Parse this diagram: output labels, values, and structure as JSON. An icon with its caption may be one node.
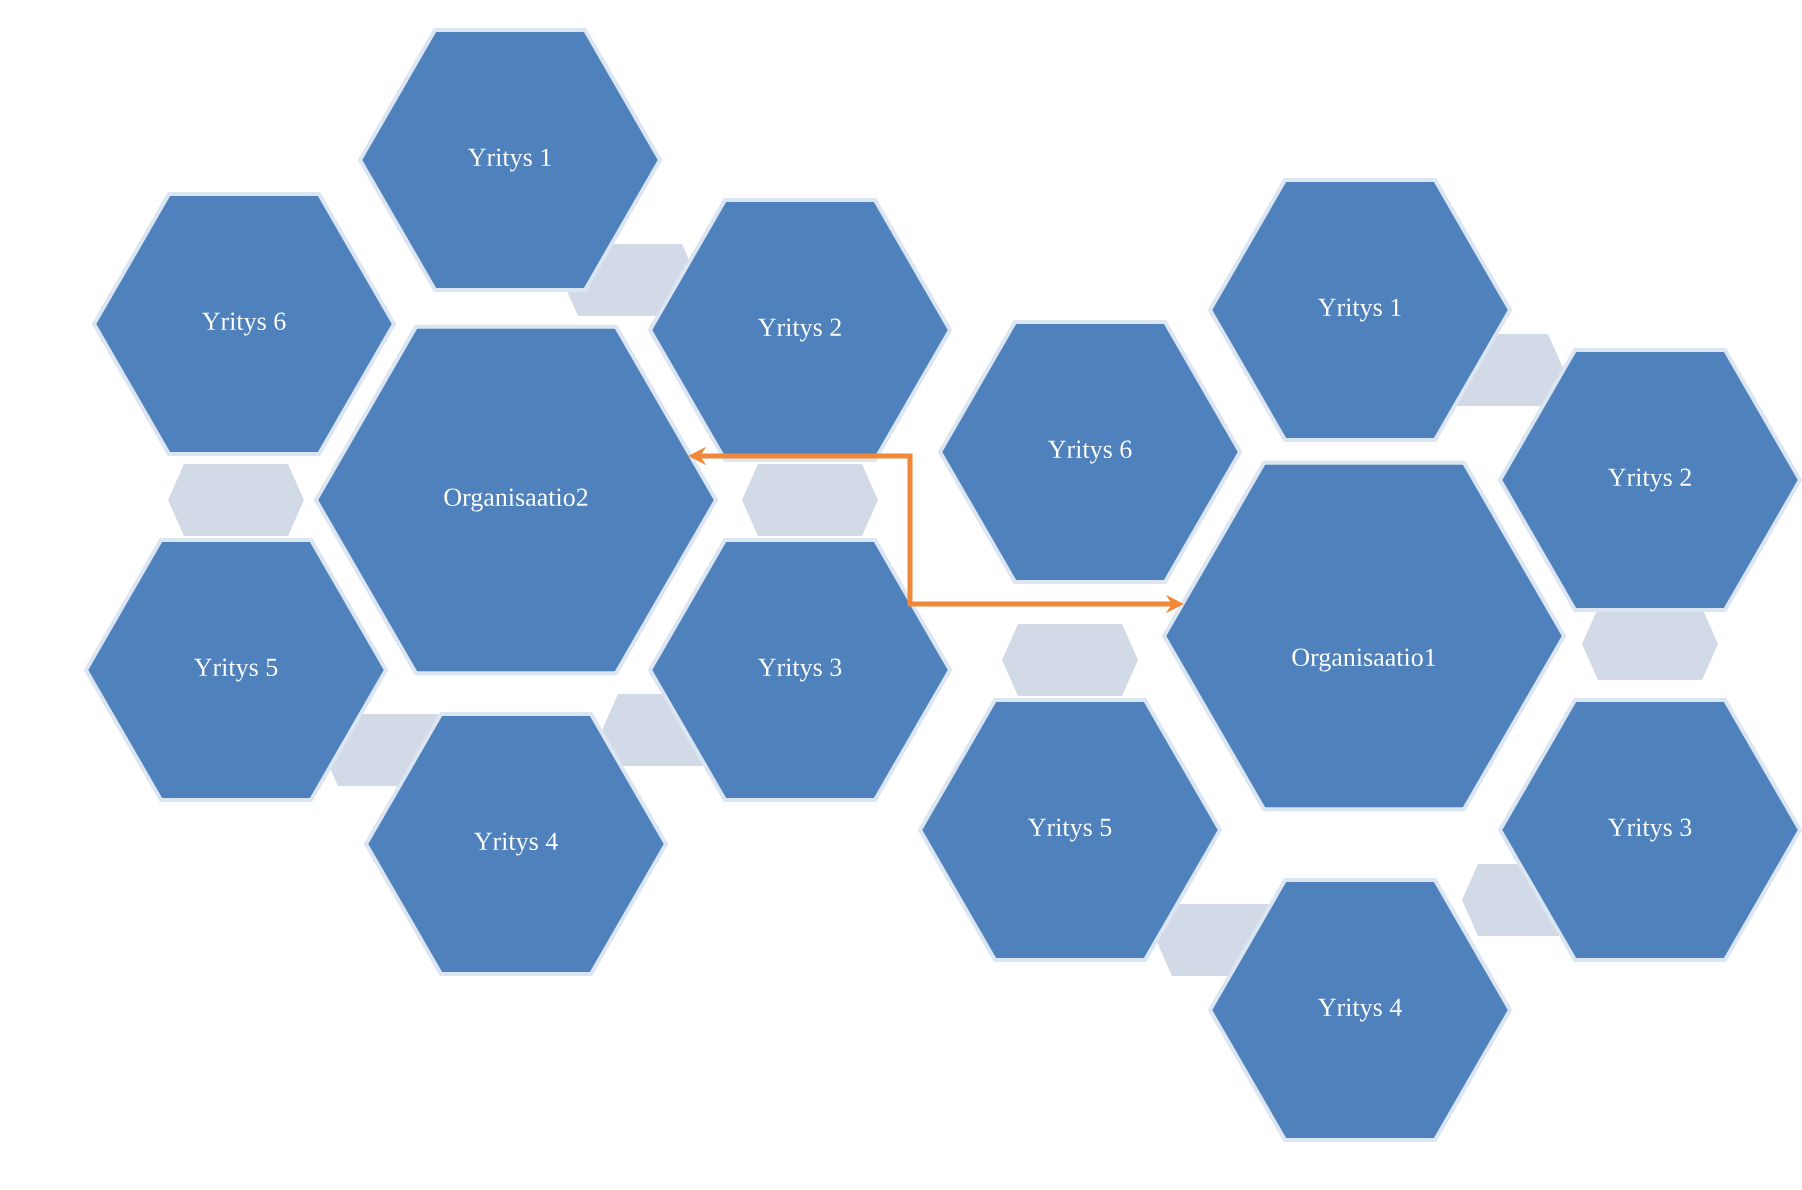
{
  "diagram": {
    "nodes": [
      {
        "text": [
          "Yritys 1"
        ]
      },
      {
        "text": [
          "Yritys 6"
        ]
      },
      {
        "text": [
          "Yritys 2"
        ]
      },
      {
        "text": [
          "Organisaatio2"
        ]
      },
      {
        "text": [
          "Yritys 5"
        ]
      },
      {
        "text": [
          "Yritys 3"
        ]
      },
      {
        "text": [
          "Yritys 4"
        ]
      },
      {
        "text": [
          "Yritys 1"
        ]
      },
      {
        "text": [
          "Yritys 6"
        ]
      },
      {
        "text": [
          "Yritys 2"
        ]
      },
      {
        "text": [
          "Organisaatio1"
        ]
      },
      {
        "text": [
          "Yritys 5"
        ]
      },
      {
        "text": [
          "Yritys 3"
        ]
      },
      {
        "text": [
          "Yritys 4"
        ]
      }
    ],
    "edges": [
      {
        "from": 3,
        "to": 10,
        "arrow": "both"
      }
    ]
  }
}
